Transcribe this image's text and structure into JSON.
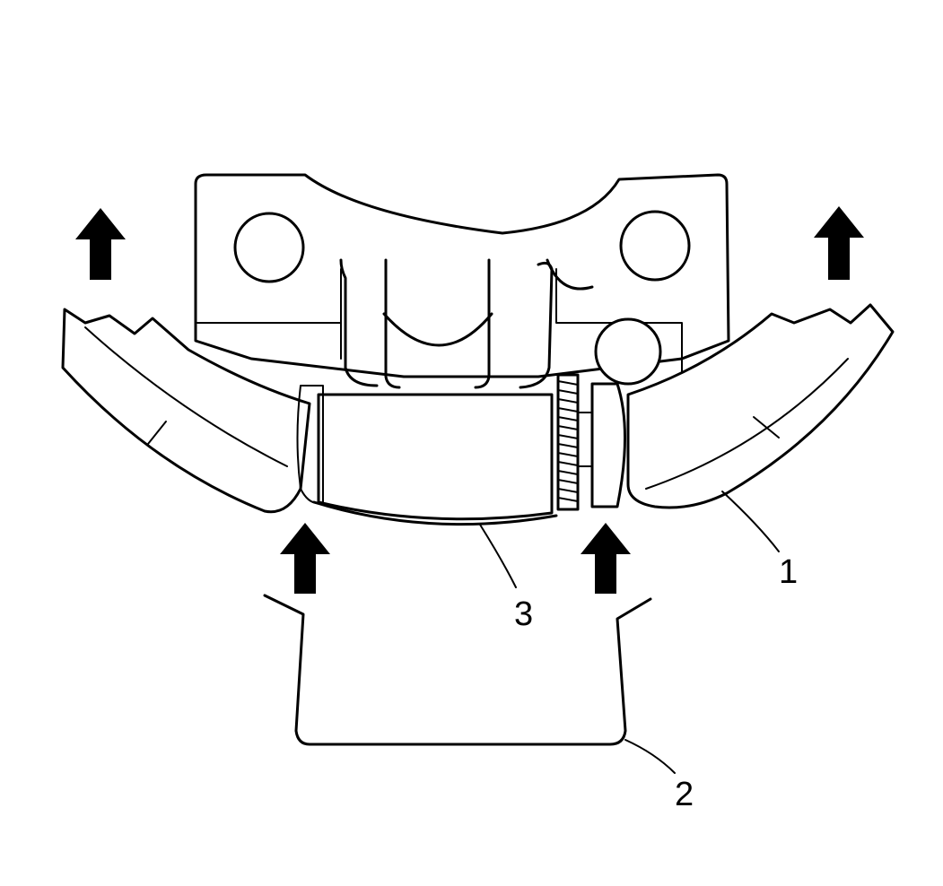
{
  "callouts": [
    {
      "label": "1"
    },
    {
      "label": "2"
    },
    {
      "label": "3"
    }
  ],
  "colors": {
    "line": "#000000",
    "background": "#ffffff"
  },
  "arrows": {
    "direction": "up",
    "count": 4
  }
}
